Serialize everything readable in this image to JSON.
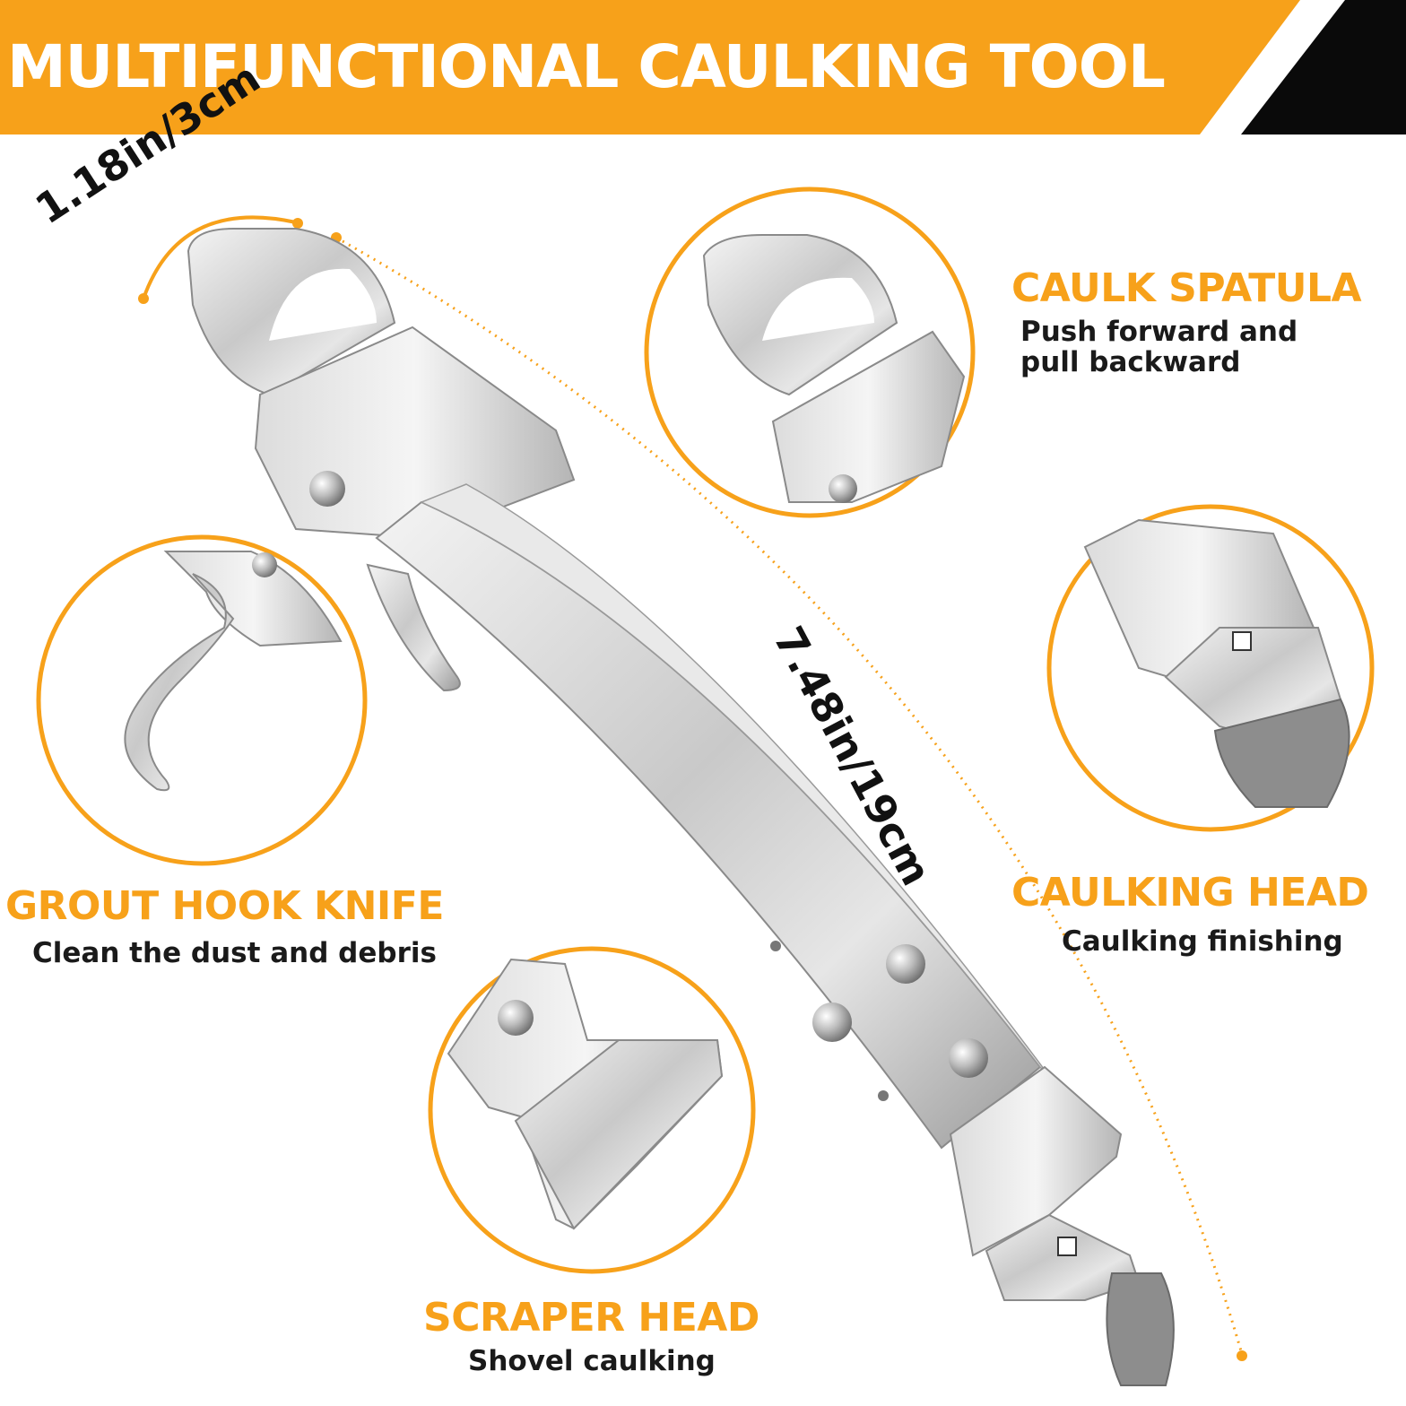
{
  "banner": {
    "title": "MULTIFUNCTIONAL CAULKING TOOL",
    "accent_color": "#f7a11a"
  },
  "dimensions": {
    "width": "1.18in/3cm",
    "length": "7.48in/19cm"
  },
  "features": {
    "caulk_spatula": {
      "title": "CAULK SPATULA",
      "desc_line1": "Push forward and",
      "desc_line2": "pull backward"
    },
    "caulking_head": {
      "title": "CAULKING HEAD",
      "desc": "Caulking finishing"
    },
    "grout_hook_knife": {
      "title": "GROUT HOOK KNIFE",
      "desc": "Clean the dust and debris"
    },
    "scraper_head": {
      "title": "SCRAPER HEAD",
      "desc": "Shovel caulking"
    }
  }
}
